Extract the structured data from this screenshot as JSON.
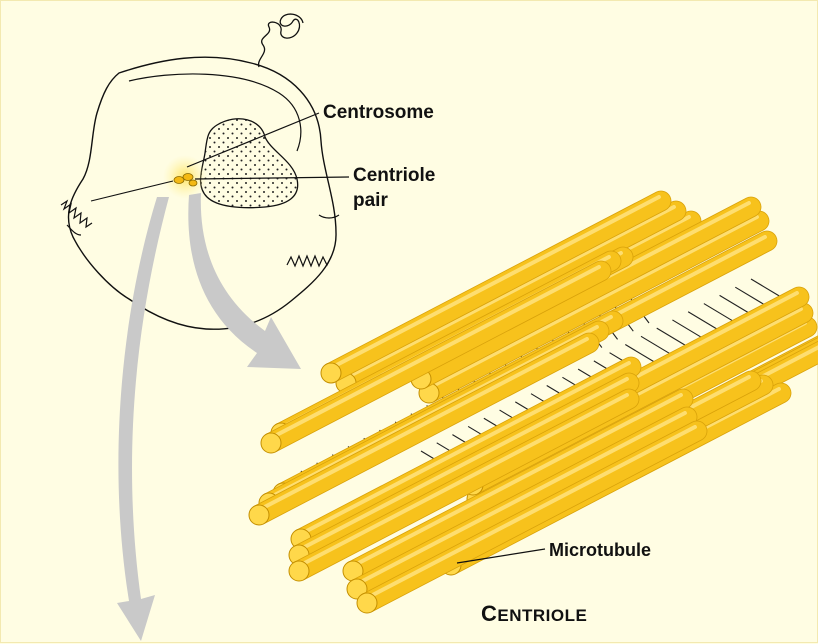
{
  "labels": {
    "centrosome": "Centrosome",
    "centriole_pair_line1": "Centriole",
    "centriole_pair_line2": "pair",
    "microtubule": "Microtubule"
  },
  "title": {
    "first_letter": "C",
    "rest": "ENTRIOLE"
  },
  "colors": {
    "background": "#fffde3",
    "tube_fill": "#f7c21c",
    "tube_highlight": "#ffe27a",
    "tube_end": "#ffd84a",
    "arrow": "#c9c9c9",
    "line": "#222222"
  }
}
